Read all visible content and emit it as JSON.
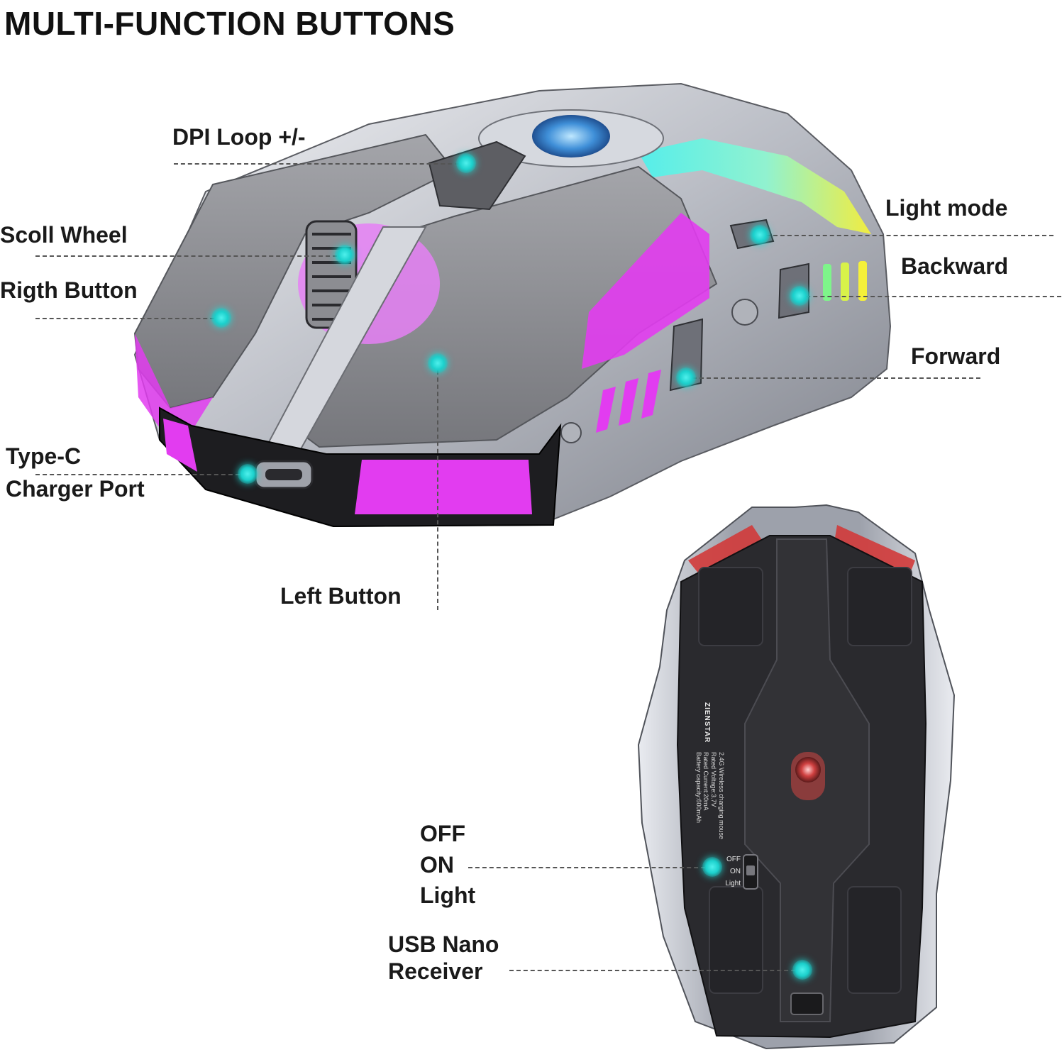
{
  "title": "MULTI-FUNCTION BUTTONS",
  "labels": {
    "dpi": "DPI Loop +/-",
    "scroll": "Scoll Wheel",
    "right_button": "Rigth Button",
    "type_c_line1": "Type-C",
    "type_c_line2": "Charger Port",
    "left_button": "Left Button",
    "light_mode": "Light mode",
    "backward": "Backward",
    "forward": "Forward",
    "switch_line1": "OFF",
    "switch_line2": "ON",
    "switch_line3": "Light",
    "usb_line1": "USB Nano",
    "usb_line2": "Receiver"
  },
  "bottom_label": {
    "brand": "ZIENSTAR",
    "spec1": "2.4G Wireless charging mouse",
    "spec2": "Rated Voltage:3.7V",
    "spec3": "Rated Current:20mA",
    "spec4": "Battery capacity:600mAh"
  },
  "switch_positions": [
    "OFF",
    "ON",
    "Light"
  ],
  "colors": {
    "marker": "#1bd0cc",
    "rgb_magenta": "#e23cf0",
    "rgb_cyan": "#4ff0ec",
    "rgb_yellow": "#f5f03a",
    "shell_gray": "#8f8f94",
    "chrome": "#cfd2d8",
    "base_black": "#2a2a2e",
    "accent_red": "#d23a3a"
  }
}
